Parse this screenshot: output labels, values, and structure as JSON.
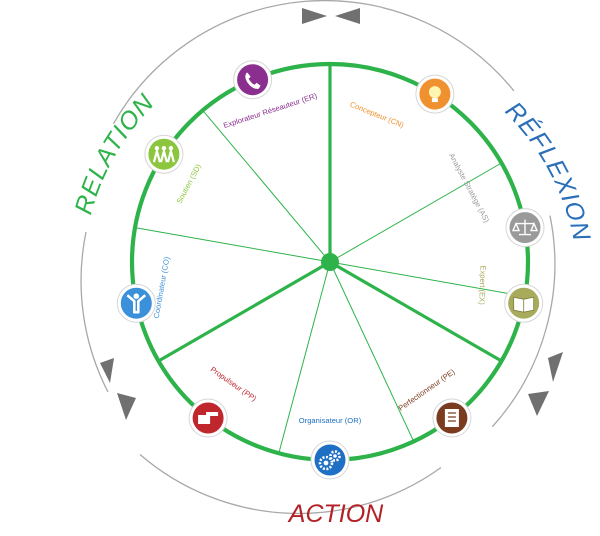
{
  "categories": {
    "relation": {
      "label": "RELATION",
      "color": "#2db34a"
    },
    "reflexion": {
      "label": "RÉFLEXION",
      "color": "#2a6fb8"
    },
    "action": {
      "label": "ACTION",
      "color": "#b32025"
    }
  },
  "roles": [
    {
      "key": "er",
      "label": "Explorateur Réseauteur (ER)",
      "color": "#8a2f8f",
      "icon": "phone-icon"
    },
    {
      "key": "cn",
      "label": "Concepteur (CN)",
      "color": "#f0912f",
      "icon": "lightbulb-icon"
    },
    {
      "key": "as",
      "label": "Analyste Stratège (AS)",
      "color": "#9a9a9a",
      "icon": "scales-icon"
    },
    {
      "key": "ex",
      "label": "Expert (EX)",
      "color": "#a9ab5c",
      "icon": "book-icon"
    },
    {
      "key": "pe",
      "label": "Perfectionneur (PE)",
      "color": "#7a3b1e",
      "icon": "checklist-icon"
    },
    {
      "key": "or",
      "label": "Organisateur (OR)",
      "color": "#1f6fc4",
      "icon": "gears-icon"
    },
    {
      "key": "pp",
      "label": "Propulseur (PP)",
      "color": "#c0272d",
      "icon": "pointing-hand-icon"
    },
    {
      "key": "co",
      "label": "Coordinateur (CO)",
      "color": "#3a90d9",
      "icon": "person-arms-up-icon"
    },
    {
      "key": "sd",
      "label": "Soutien (SD)",
      "color": "#8cc63f",
      "icon": "group-people-icon"
    }
  ],
  "colors": {
    "wheel": "#2db34a",
    "outer_ring": "#a8a8a8",
    "arrow": "#707070"
  }
}
